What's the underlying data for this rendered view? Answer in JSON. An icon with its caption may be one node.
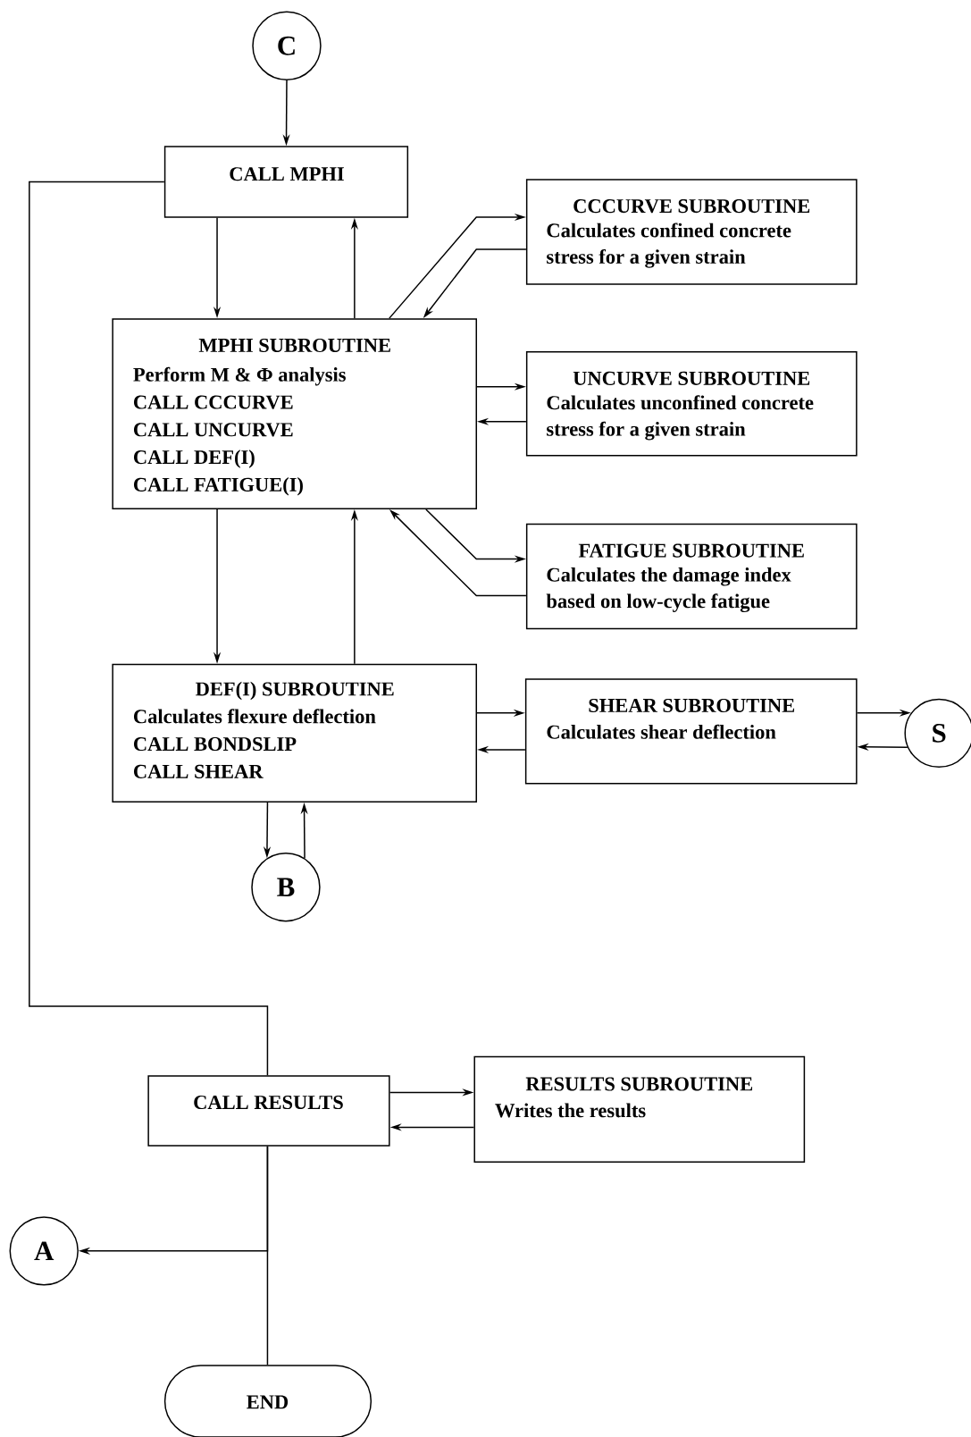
{
  "diagram": {
    "nodes": [
      {
        "text": [
          "C"
        ]
      },
      {
        "text": [
          "CALL MPHI"
        ]
      },
      {
        "text": [
          "CCCURVE SUBROUTINE",
          "Calculates confined concrete stress for a given strain"
        ]
      },
      {
        "text": [
          "MPHI SUBROUTINE",
          "Perform M & Φ analysis",
          "CALL CCCURVE",
          "CALL UNCURVE",
          "CALL DEF(I)",
          "CALL FATIGUE(I)"
        ]
      },
      {
        "text": [
          "UNCURVE SUBROUTINE",
          "Calculates unconfined concrete stress for a given strain"
        ]
      },
      {
        "text": [
          "FATIGUE SUBROUTINE",
          "Calculates the damage index based on low-cycle fatigue"
        ]
      },
      {
        "text": [
          "DEF(I) SUBROUTINE",
          "Calculates flexure deflection",
          "CALL BONDSLIP",
          "CALL SHEAR"
        ]
      },
      {
        "text": [
          "SHEAR SUBROUTINE",
          "Calculates shear deflection"
        ]
      },
      {
        "text": [
          "S"
        ]
      },
      {
        "text": [
          "B"
        ]
      },
      {
        "text": [
          "CALL RESULTS"
        ]
      },
      {
        "text": [
          "RESULTS SUBROUTINE",
          "Writes the results"
        ]
      },
      {
        "text": [
          "A"
        ]
      },
      {
        "text": [
          "END"
        ]
      }
    ],
    "edges": [
      {
        "from": 0,
        "to": 1,
        "arrow": "to"
      },
      {
        "from": 1,
        "to": 3,
        "arrow": "to"
      },
      {
        "from": 3,
        "to": 1,
        "arrow": "to"
      },
      {
        "from": 3,
        "to": 2,
        "arrow": "to"
      },
      {
        "from": 2,
        "to": 3,
        "arrow": "to"
      },
      {
        "from": 3,
        "to": 4,
        "arrow": "to"
      },
      {
        "from": 4,
        "to": 3,
        "arrow": "to"
      },
      {
        "from": 3,
        "to": 5,
        "arrow": "to"
      },
      {
        "from": 5,
        "to": 3,
        "arrow": "to"
      },
      {
        "from": 3,
        "to": 6,
        "arrow": "to"
      },
      {
        "from": 6,
        "to": 3,
        "arrow": "to"
      },
      {
        "from": 6,
        "to": 7,
        "arrow": "to"
      },
      {
        "from": 7,
        "to": 6,
        "arrow": "to"
      },
      {
        "from": 7,
        "to": 8,
        "arrow": "to"
      },
      {
        "from": 8,
        "to": 7,
        "arrow": "to"
      },
      {
        "from": 6,
        "to": 9,
        "arrow": "to"
      },
      {
        "from": 9,
        "to": 6,
        "arrow": "to"
      },
      {
        "from": 1,
        "to": 10,
        "arrow": "none"
      },
      {
        "from": 10,
        "to": 11,
        "arrow": "to"
      },
      {
        "from": 11,
        "to": 10,
        "arrow": "to"
      },
      {
        "from": 10,
        "to": 12,
        "arrow": "to"
      },
      {
        "from": 10,
        "to": 13,
        "arrow": "none"
      }
    ]
  }
}
